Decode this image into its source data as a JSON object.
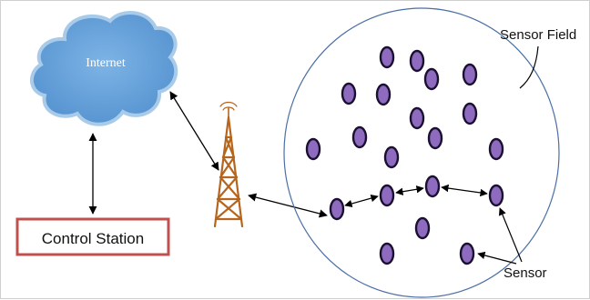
{
  "diagram": {
    "cloud_label": "Internet",
    "control_station_label": "Control Station",
    "sensor_field_label": "Sensor Field",
    "sensor_label": "Sensor"
  },
  "colors": {
    "cloud_fill": "#6aa6dc",
    "cloud_stroke": "#9fc4e8",
    "sensor_fill": "#8e6bbf",
    "sensor_stroke": "#1a1030",
    "control_border": "#c0504d",
    "field_stroke": "#4a6fa5",
    "tower": "#b5651d"
  }
}
